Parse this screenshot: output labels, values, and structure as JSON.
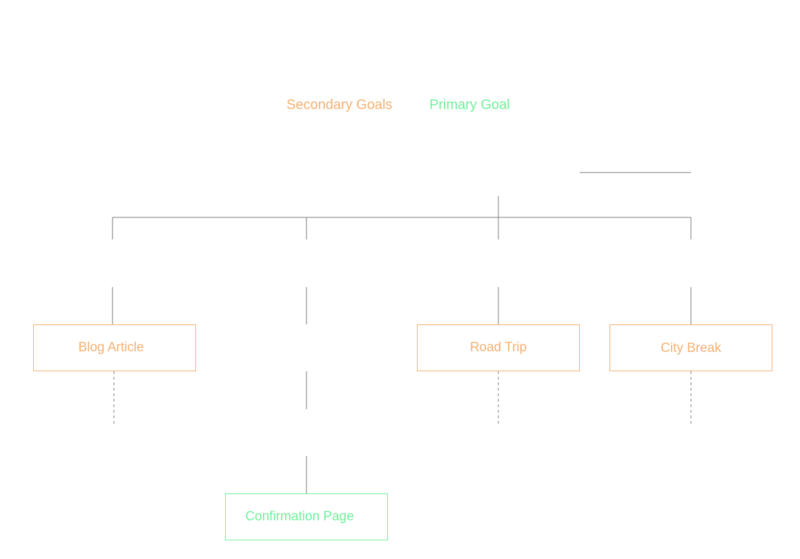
{
  "legend": {
    "secondary_label": "Secondary Goals",
    "primary_label": "Primary Goal",
    "secondary_color": "#f5b071",
    "primary_color": "#6ff09a"
  },
  "nodes": {
    "blog_article": "Blog Article",
    "road_trip": "Road Trip",
    "city_break": "City Break",
    "confirmation_page": "Confirmation Page"
  },
  "connector_color": "#7a7a7a"
}
